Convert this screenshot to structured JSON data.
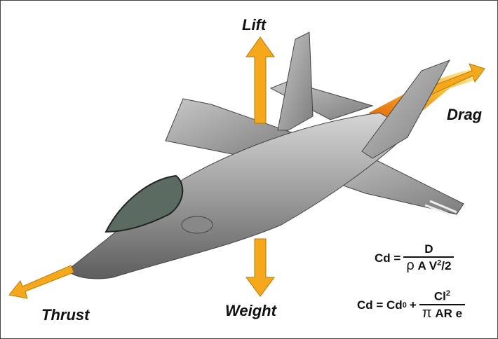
{
  "forces": {
    "lift": "Lift",
    "weight": "Weight",
    "thrust": "Thrust",
    "drag": "Drag"
  },
  "equations": {
    "eq1": {
      "lhs": "Cd =",
      "numerator": "D",
      "denominator_rho": "ρ",
      "denominator_rest": "A V",
      "denominator_exp": "2",
      "denominator_tail": "/2"
    },
    "eq2": {
      "lhs": "Cd = Cd",
      "lhs_sub": "0",
      "plus": "+",
      "numerator": "Cl",
      "numerator_exp": "2",
      "denominator_pi": "π",
      "denominator_rest": "AR e"
    }
  },
  "colors": {
    "arrow": "#f5a81c",
    "aircraft": "#9a9a9a",
    "exhaust": "#f07d10"
  }
}
